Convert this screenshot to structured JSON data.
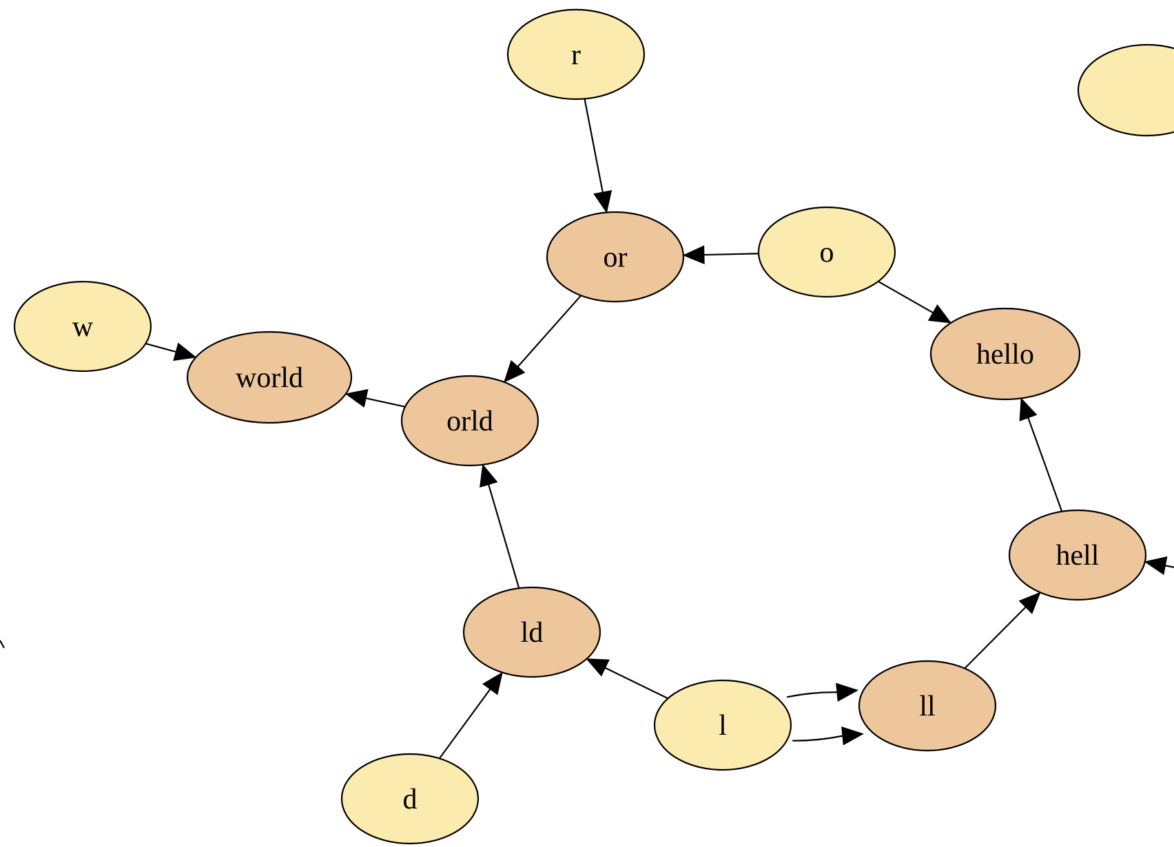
{
  "colors": {
    "leaf_fill": "#fcebae",
    "composite_fill": "#eec69c",
    "stroke": "#000000",
    "background": "#ffffff"
  },
  "nodes": [
    {
      "id": "r",
      "label": "r",
      "kind": "leaf"
    },
    {
      "id": "offscreen",
      "label": "",
      "kind": "leaf"
    },
    {
      "id": "o",
      "label": "o",
      "kind": "leaf"
    },
    {
      "id": "or",
      "label": "or",
      "kind": "composite"
    },
    {
      "id": "w",
      "label": "w",
      "kind": "leaf"
    },
    {
      "id": "world",
      "label": "world",
      "kind": "composite"
    },
    {
      "id": "orld",
      "label": "orld",
      "kind": "composite"
    },
    {
      "id": "hello",
      "label": "hello",
      "kind": "composite"
    },
    {
      "id": "hell",
      "label": "hell",
      "kind": "composite"
    },
    {
      "id": "ld",
      "label": "ld",
      "kind": "composite"
    },
    {
      "id": "l",
      "label": "l",
      "kind": "leaf"
    },
    {
      "id": "ll",
      "label": "ll",
      "kind": "composite"
    },
    {
      "id": "d",
      "label": "d",
      "kind": "leaf"
    }
  ],
  "edges": [
    {
      "from": "r",
      "to": "or"
    },
    {
      "from": "o",
      "to": "or"
    },
    {
      "from": "o",
      "to": "hello"
    },
    {
      "from": "or",
      "to": "orld"
    },
    {
      "from": "w",
      "to": "world"
    },
    {
      "from": "orld",
      "to": "world"
    },
    {
      "from": "ld",
      "to": "orld"
    },
    {
      "from": "hell",
      "to": "hello"
    },
    {
      "from": "ll",
      "to": "hell"
    },
    {
      "from": "l",
      "to": "ld"
    },
    {
      "from": "l",
      "to": "ll"
    },
    {
      "from": "l",
      "to": "ll"
    },
    {
      "from": "d",
      "to": "ld"
    },
    {
      "from": "offscreen-right",
      "to": "hell"
    }
  ]
}
